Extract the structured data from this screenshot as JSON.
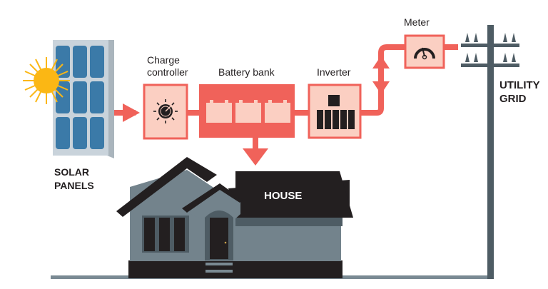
{
  "labels": {
    "solar_line1": "SOLAR",
    "solar_line2": "PANELS",
    "charge_line1": "Charge",
    "charge_line2": "controller",
    "battery": "Battery bank",
    "inverter": "Inverter",
    "meter": "Meter",
    "grid_line1": "UTILITY",
    "grid_line2": "GRID",
    "house": "HOUSE"
  },
  "colors": {
    "flow": "#f0625a",
    "box_fill": "#fbcfc2",
    "panel_cell": "#3b7aa8",
    "panel_frame": "#c9d3db",
    "sun": "#fbb714",
    "house_dark": "#231f20",
    "house_wall": "#73838c",
    "house_shade": "#4e5c64",
    "pole": "#4e5c64",
    "ground": "#7a8a93"
  },
  "components": [
    {
      "id": "solar-panels",
      "label": "SOLAR PANELS"
    },
    {
      "id": "charge-controller",
      "label": "Charge controller"
    },
    {
      "id": "battery-bank",
      "label": "Battery bank",
      "battery_count": 3
    },
    {
      "id": "inverter",
      "label": "Inverter"
    },
    {
      "id": "meter",
      "label": "Meter"
    },
    {
      "id": "utility-grid",
      "label": "UTILITY GRID"
    },
    {
      "id": "house",
      "label": "HOUSE"
    }
  ]
}
